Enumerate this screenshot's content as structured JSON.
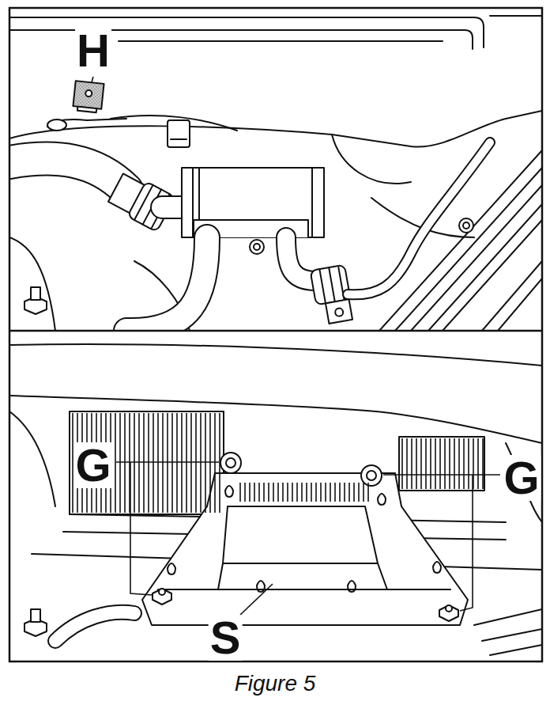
{
  "diagram": {
    "caption": "Figure 5",
    "labels": [
      "H",
      "G",
      "G",
      "S"
    ]
  }
}
